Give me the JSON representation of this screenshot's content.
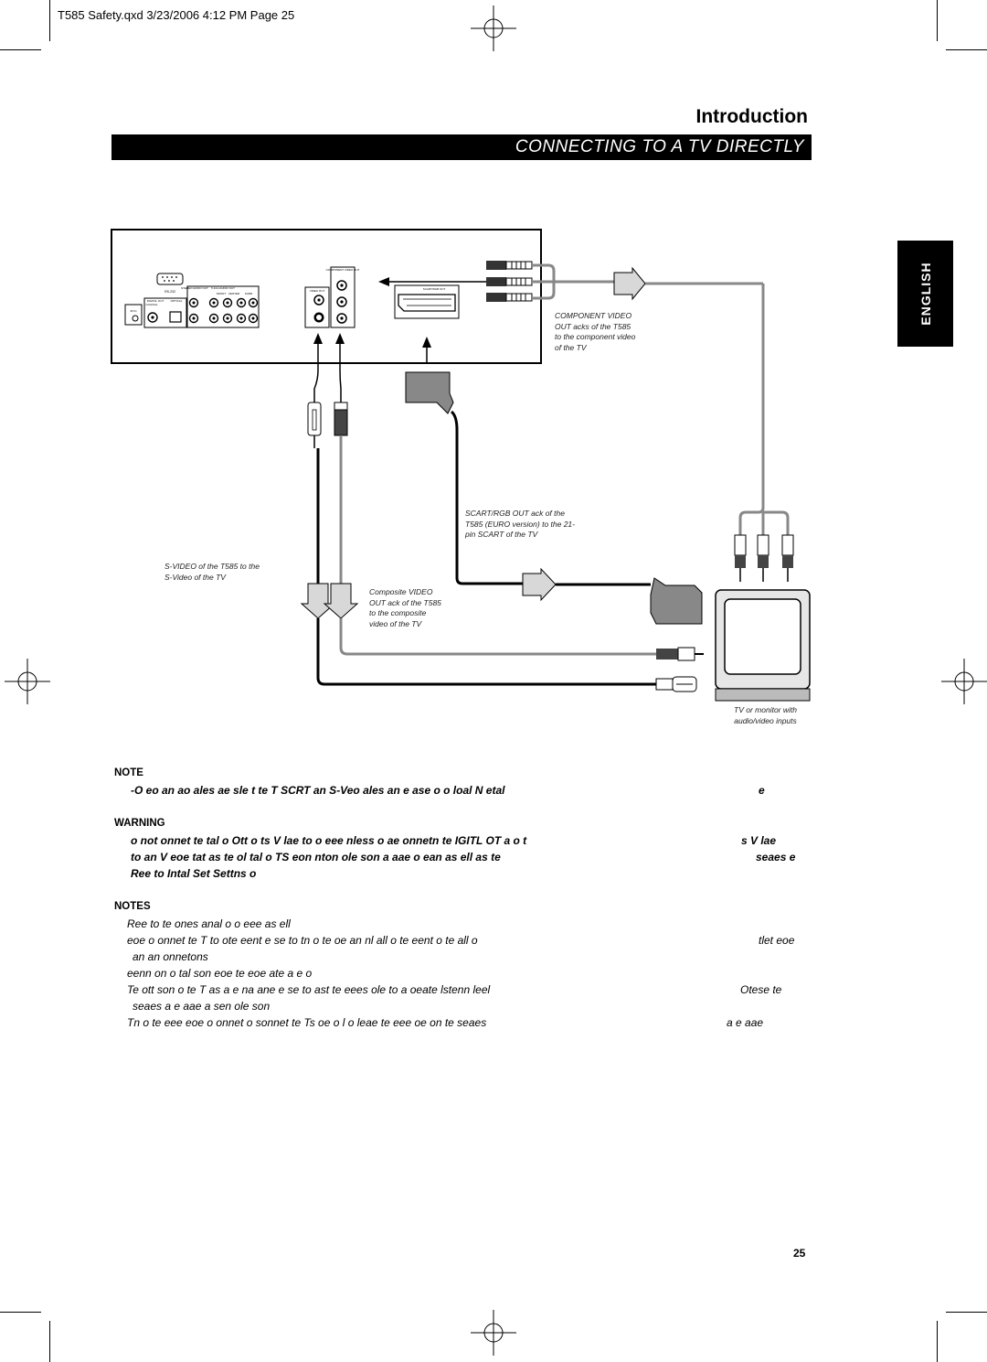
{
  "print_header": "T585 Safety.qxd  3/23/2006  4:12 PM  Page 25",
  "section_title": "Introduction",
  "banner_title": "CONNECTING TO A TV DIRECTLY",
  "side_tab": "ENGLISH",
  "captions": {
    "component": [
      "COMPONENT VIDEO",
      "OUT acks of the T585",
      "to the component video",
      "of the TV"
    ],
    "scart": [
      "SCART/RGB OUT ack of the",
      "T585 (EURO version) to the 21-",
      "pin SCART of the TV"
    ],
    "svideo": [
      "S-VIDEO of the T585 to the",
      "S-Video of the TV"
    ],
    "composite": [
      "Composite VIDEO",
      "OUT ack of the T585",
      "to the composite",
      "video of the TV"
    ],
    "tv": [
      "TV or monitor with",
      "audio/video inputs"
    ]
  },
  "panel_labels": {
    "rs232": "RS-232",
    "component_video_out": "COMPONENT VIDEO OUT",
    "video_out": "VIDEO OUT",
    "scart_rgb_out": "SCART/RGB OUT",
    "ch51_audio_out": "5.1CH AUDIO OUT",
    "stereo_audio_out": "STEREO AUDIO OUT",
    "digital_out": "DIGITAL OUT",
    "coaxial": "COAXIAL",
    "optical": "OPTICAL",
    "front": "FRONT",
    "center": "CENTER",
    "surr": "SURR",
    "ir_in": "IR IN"
  },
  "note": {
    "heading": "NOTE",
    "line1_left": "-O eo an ao ales ae sle t te T SCRT an S-Veo ales an e ase o o loal N etal",
    "line1_right": "e"
  },
  "warning": {
    "heading": "WARNING",
    "line1_left": "o not onnet te tal o Ott o ts V lae to o eee nless o ae onnetn te IGITL OT a o t",
    "line1_right": "s V lae",
    "line2_left": "to an V eoe tat as te ol tal o TS eon nton ole son a aae o ean as ell as te",
    "line2_right": "seaes e",
    "line3": "Ree to Intal Set Settns o"
  },
  "notes": {
    "heading": "NOTES",
    "lines": [
      {
        "left": "Ree to te ones anal o o eee as ell",
        "right": ""
      },
      {
        "left": "eoe o onnet te T to ote eent e se to tn o te oe an nl all o te eent o te all o",
        "right": "tlet eoe"
      },
      {
        "left": "an an onnetons",
        "right": ""
      },
      {
        "left": "eenn on o tal son eoe te eoe ate a e  o",
        "right": ""
      },
      {
        "left": "Te ott son o te T as a e na ane e se to ast te eees ole to a oeate lstenn leel",
        "right": "Otese te"
      },
      {
        "left": "seaes a e aae  a sen  ole son",
        "right": ""
      },
      {
        "left": "Tn o te eee eoe o onnet o sonnet te Ts oe o l o leae te eee oe on te seaes",
        "right": "a e aae"
      }
    ]
  },
  "page_number": "25"
}
